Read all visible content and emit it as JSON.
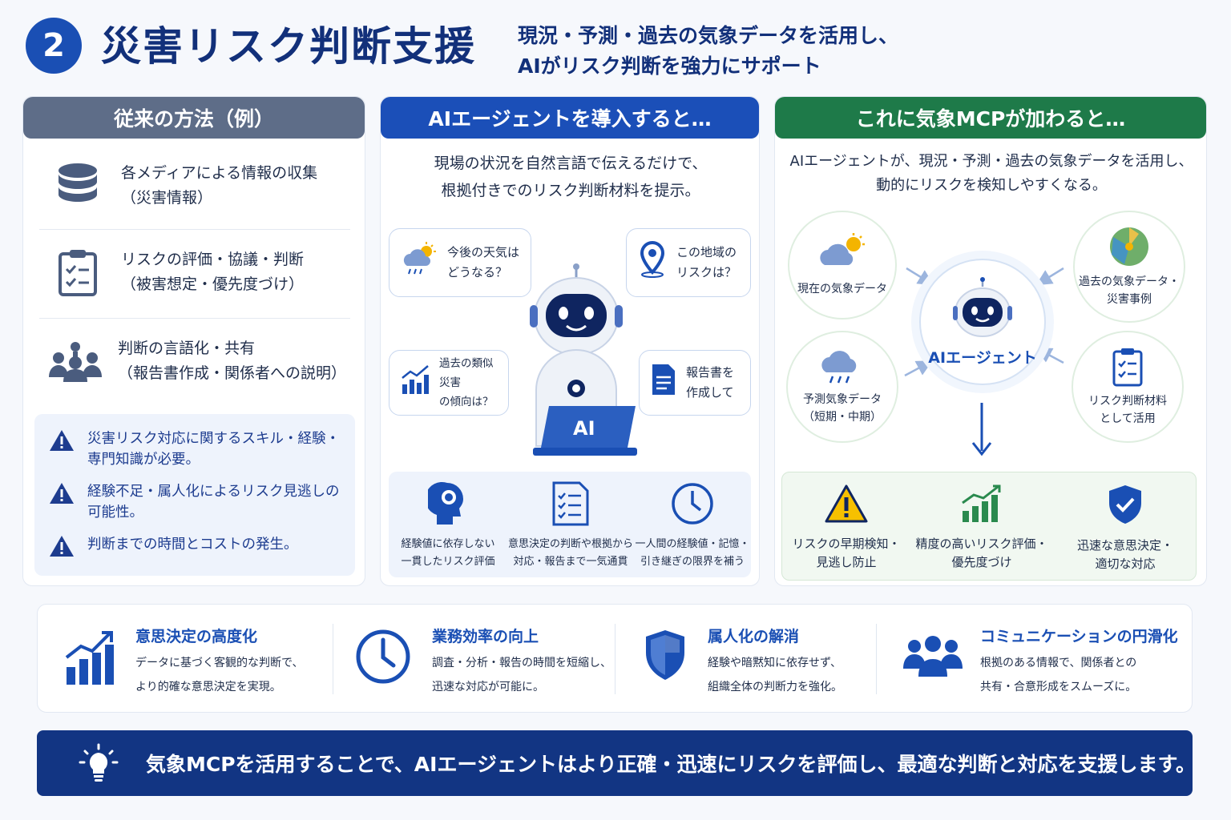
{
  "header": {
    "number": "2",
    "title": "災害リスク判断支援",
    "subtitle_line1": "現況・予測・過去の気象データを活用し、",
    "subtitle_line2": "AIがリスク判断を強力にサポート"
  },
  "left_panel": {
    "title": "従来の方法（例）",
    "rows": [
      {
        "icon": "database-icon",
        "line1": "各メディアによる情報の収集",
        "line2": "（災害情報）"
      },
      {
        "icon": "clipboard-icon",
        "line1": "リスクの評価・協議・判断",
        "line2": "（被害想定・優先度づけ）"
      },
      {
        "icon": "people-icon",
        "line1": "判断の言語化・共有",
        "line2": "（報告書作成・関係者への説明）"
      }
    ],
    "warnings": [
      {
        "line1": "災害リスク対応に関するスキル・経験・",
        "line2": "専門知識が必要。"
      },
      {
        "line1": "経験不足・属人化によるリスク見逃しの",
        "line2": "可能性。"
      },
      {
        "line1": "判断までの時間とコストの発生。",
        "line2": ""
      }
    ]
  },
  "middle_panel": {
    "title": "AIエージェントを導入すると…",
    "intro_line1": "現場の状況を自然言語で伝えるだけで、",
    "intro_line2": "根拠付きでのリスク判断材料を提示。",
    "bubbles": [
      {
        "icon": "weather-icon",
        "line1": "今後の天気は",
        "line2": "どうなる？"
      },
      {
        "icon": "location-pin-icon",
        "line1": "この地域の",
        "line2": "リスクは？"
      },
      {
        "icon": "bar-chart-icon",
        "line1": "過去の類似災害",
        "line2": "の傾向は？"
      },
      {
        "icon": "document-icon",
        "line1": "報告書を",
        "line2": "作成して"
      }
    ],
    "laptop_label": "AI",
    "features": [
      {
        "icon": "head-icon",
        "line1": "経験値に依存しない",
        "line2": "一貫したリスク評価"
      },
      {
        "icon": "checklist-icon",
        "line1": "意思決定の判断や根拠から",
        "line2": "対応・報告まで一気通貫"
      },
      {
        "icon": "clock-icon",
        "line1": "一人間の経験値・記憶・",
        "line2": "引き継ぎの限界を補う"
      }
    ]
  },
  "right_panel": {
    "title": "これに気象MCPが加わると…",
    "intro_line1": "AIエージェントが、現況・予測・過去の気象データを活用し、",
    "intro_line2": "動的にリスクを検知しやすくなる。",
    "center_label": "AIエージェント",
    "nodes": [
      {
        "icon": "cloud-sun-icon",
        "line1": "現在の気象データ",
        "line2": ""
      },
      {
        "icon": "map-icon",
        "line1": "過去の気象データ・",
        "line2": "災害事例"
      },
      {
        "icon": "rain-cloud-icon",
        "line1": "予測気象データ",
        "line2": "（短期・中期）"
      },
      {
        "icon": "clipboard-icon",
        "line1": "リスク判断材料",
        "line2": "として活用"
      }
    ],
    "results": [
      {
        "icon": "warning-icon",
        "line1": "リスクの早期検知・",
        "line2": "見逃し防止"
      },
      {
        "icon": "growth-chart-icon",
        "line1": "精度の高いリスク評価・",
        "line2": "優先度づけ"
      },
      {
        "icon": "shield-check-icon",
        "line1": "迅速な意思決定・",
        "line2": "適切な対応"
      }
    ]
  },
  "benefits": [
    {
      "icon": "growth-chart-icon",
      "title": "意思決定の高度化",
      "line1": "データに基づく客観的な判断で、",
      "line2": "より的確な意思決定を実現。"
    },
    {
      "icon": "clock-icon",
      "title": "業務効率の向上",
      "line1": "調査・分析・報告の時間を短縮し、",
      "line2": "迅速な対応が可能に。"
    },
    {
      "icon": "shield-icon",
      "title": "属人化の解消",
      "line1": "経験や暗黙知に依存せず、",
      "line2": "組織全体の判断力を強化。"
    },
    {
      "icon": "group-icon",
      "title": "コミュニケーションの円滑化",
      "line1": "根拠のある情報で、関係者との",
      "line2": "共有・合意形成をスムーズに。"
    }
  ],
  "footer": {
    "icon": "lightbulb-icon",
    "text": "気象MCPを活用することで、AIエージェントはより正確・迅速にリスクを評価し、最適な判断と対応を支援します。"
  },
  "colors": {
    "navy": "#123583",
    "blue": "#1a4fb4",
    "left_header": "#5e6d88",
    "middle_header": "#1b4fb8",
    "right_header": "#1e7a49"
  }
}
